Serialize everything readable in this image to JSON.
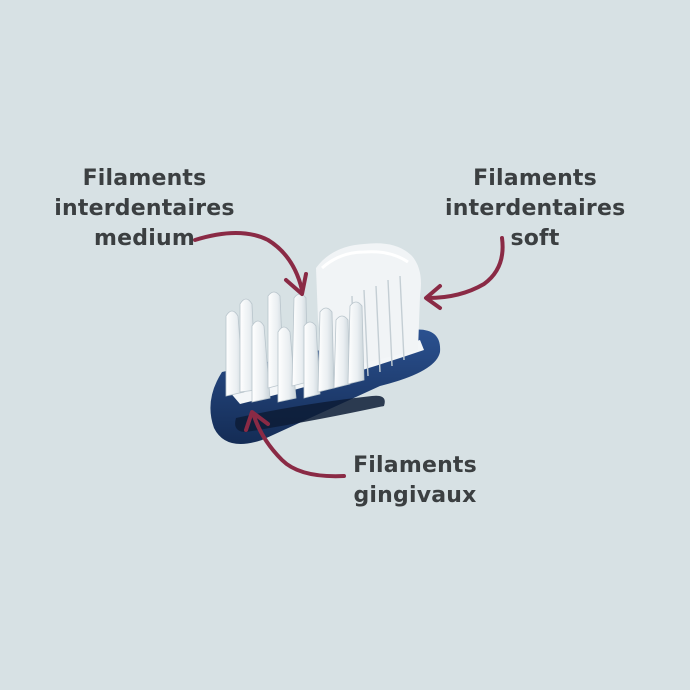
{
  "labels": {
    "medium": {
      "lines": [
        "Filaments",
        "interdentaires",
        "medium"
      ]
    },
    "soft": {
      "lines": [
        "Filaments",
        "interdentaires",
        "soft"
      ]
    },
    "gingival": {
      "lines": [
        "Filaments",
        "gingivaux"
      ]
    }
  },
  "colors": {
    "background": "#d7e1e4",
    "text": "#3b3f41",
    "arrow": "#8a2a45",
    "brush_base": "#1e3f73",
    "filament": "#eef2f4"
  },
  "icons": [
    "toothbrush-head-illustration",
    "curved-arrow-icon"
  ]
}
